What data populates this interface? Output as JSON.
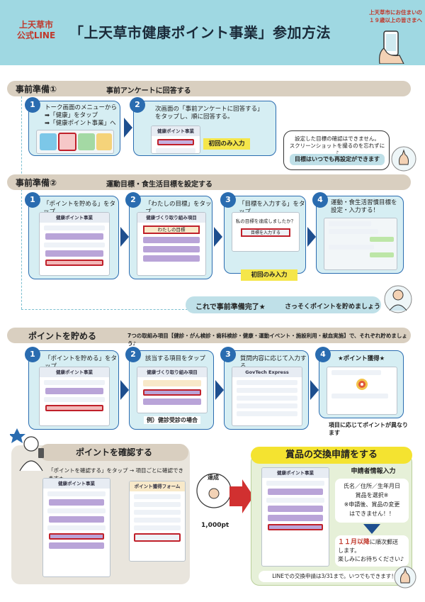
{
  "header": {
    "logo_line1": "上天草市",
    "logo_line2": "公式LINE",
    "title": "「上天草市健康ポイント事業」参加方法",
    "target_line1": "上天草市にお住まいの",
    "target_line2": "１９歳以上の皆さまへ"
  },
  "prep1": {
    "label": "事前準備①",
    "sub": "事前アンケートに回答する",
    "step1_num": "1",
    "step1_text1": "トーク画面のメニューから",
    "step1_text2": "➡「健康」をタップ",
    "step1_text3": "➡「健康ポイント事業」へ",
    "step2_num": "2",
    "step2_text1": "次画面の「事前アンケートに回答する」",
    "step2_text2": "をタップし、順に回答する。",
    "mock_title": "健康ポイント事業",
    "first_only": "初回のみ入力",
    "note1": "設定した目標の確認はできません。",
    "note2": "スクリーンショットを撮るのを忘れずに♪",
    "note3": "目標はいつでも再設定ができます"
  },
  "prep2": {
    "label": "事前準備②",
    "sub": "運動目標・食生活目標を設定する",
    "s1_num": "1",
    "s1_text": "「ポイントを貯める」をタップ",
    "s2_num": "2",
    "s2_text": "「わたしの目標」をタップ",
    "s3_num": "3",
    "s3_text": "「目標を入力する」をタップ",
    "s4_num": "4",
    "s4_text1": "運動・食生活習慣目標を",
    "s4_text2": "設定・入力する！",
    "mock1_title": "健康ポイント事業",
    "mock2_title": "健康づくり取り組み項目",
    "mock2_hl": "わたしの目標",
    "mock3_title": "私の目標を達成しましたか？",
    "mock3_btn": "目標を入力する",
    "first_only": "初回のみ入力",
    "complete": "これで事前準備完了★",
    "complete2": "さっそくポイントを貯めましょう"
  },
  "save": {
    "label": "ポイントを貯める",
    "sub": "7つの取組み項目【健診・がん検診・歯科検診・健康・運動イベント・施設利用・献血実施】で、それぞれ貯めましょう♪",
    "s1_num": "1",
    "s1_text": "「ポイントを貯める」をタップ",
    "s2_num": "2",
    "s2_text": "該当する項目をタップ",
    "s3_num": "3",
    "s3_text": "質問内容に応じて入力する",
    "s4_num": "4",
    "s4_text": "★ポイント獲得★",
    "mock1_title": "健康ポイント事業",
    "mock2_title": "健康づくり取り組み項目",
    "mock3_title": "GovTech Express",
    "example": "例）健診受診の場合",
    "note": "項目に応じてポイントが異なります"
  },
  "confirm": {
    "label": "ポイントを確認する",
    "sub": "「ポイントを確認する」をタップ → 項目ごとに確認できます★",
    "mock1_title": "健康ポイント事業",
    "mock2_title": "ポイント獲得フォーム",
    "achieved": "達成",
    "points": "1,000pt"
  },
  "exchange": {
    "label": "賞品の交換申請をする",
    "info_title": "申請者情報入力",
    "info1": "氏名／住所／生年月日",
    "info2": "賞品を選択※",
    "info3": "※申請後、賞品の変更",
    "info4": "はできません！！",
    "ship1": "１１月以降",
    "ship1b": "に順次郵送",
    "ship2": "します。",
    "ship3": "楽しみにお待ちください♪",
    "mock_title": "健康ポイント事業",
    "deadline": "LINEでの交換申請は3/31まで。いつでもできます！"
  }
}
